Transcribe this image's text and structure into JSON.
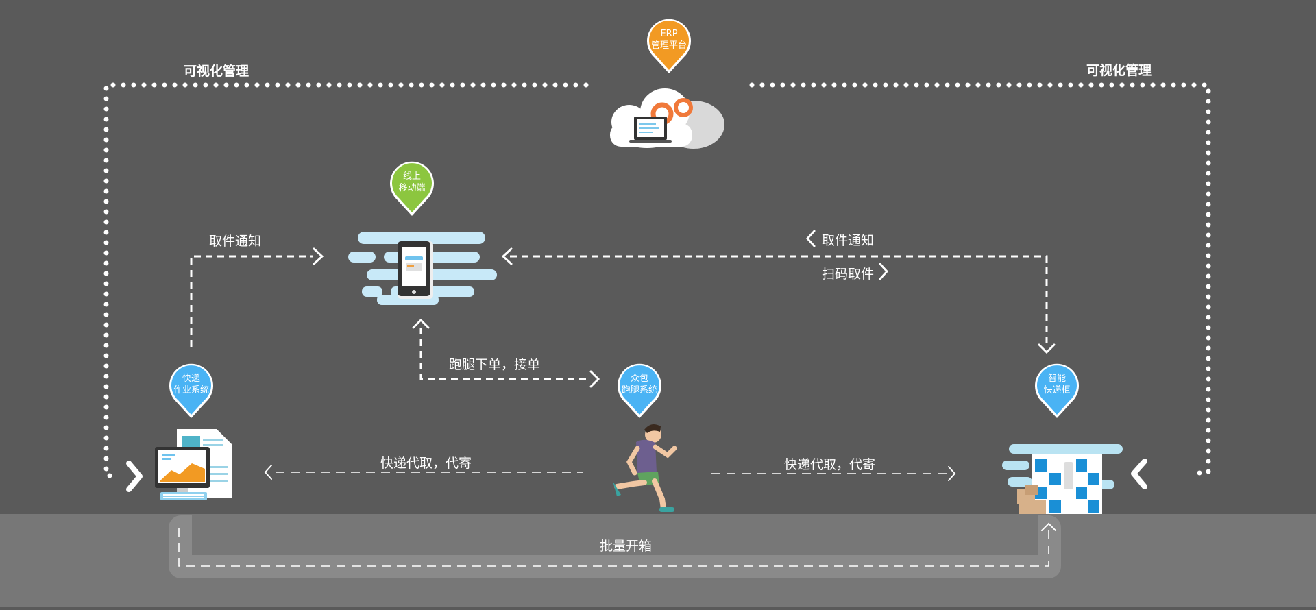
{
  "labels": {
    "visual_left": "可视化管理",
    "visual_right": "可视化管理",
    "pickup_notice_left": "取件通知",
    "pickup_notice_right": "取件通知",
    "scan_pickup": "扫码取件",
    "errand_order": "跑腿下单，接单",
    "express_proxy_left": "快递代取，代寄",
    "express_proxy_right": "快递代取，代寄",
    "batch_open": "批量开箱"
  },
  "nodes": {
    "erp": {
      "line1": "ERP",
      "line2": "管理平台",
      "color": "#f29a23",
      "icon": "cloud-gears-laptop-icon"
    },
    "mobile": {
      "line1": "线上",
      "line2": "移动端",
      "color": "#8cc63f",
      "icon": "cloud-smartphone-icon"
    },
    "express_system": {
      "line1": "快递",
      "line2": "作业系统",
      "color": "#4ab3f4",
      "icon": "computer-documents-icon"
    },
    "crowd_system": {
      "line1": "众包",
      "line2": "跑腿系统",
      "color": "#4ab3f4",
      "icon": "running-courier-icon"
    },
    "smart_locker": {
      "line1": "智能",
      "line2": "快递柜",
      "color": "#4ab3f4",
      "icon": "smart-locker-icon"
    }
  },
  "colors": {
    "background": "#5a5a5a",
    "ground": "#777777",
    "ground_band": "#8a8a8a",
    "line": "#ffffff",
    "cloud_blue": "#c8e9f8"
  }
}
